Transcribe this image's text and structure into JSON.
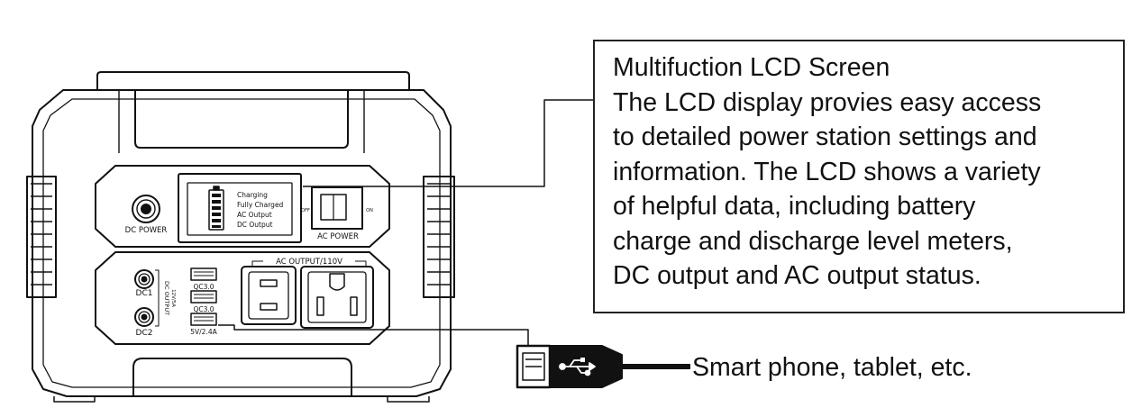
{
  "lcd_callout": {
    "title": "Multifuction LCD Screen",
    "lines": [
      "The LCD display provies easy access",
      "to detailed power station settings and",
      "information. The LCD shows a variety",
      "of helpful data, including battery",
      "charge and discharge level meters,",
      "DC output and AC output status."
    ]
  },
  "usb_callout": {
    "text": "Smart phone, tablet, etc."
  },
  "device": {
    "lcd_labels": [
      "Charging",
      "Fully Charged",
      "AC Output",
      "DC Output"
    ],
    "dc_power_label": "DC POWER",
    "ac_power_label": "AC POWER",
    "switch_off": "OFF",
    "switch_on": "ON",
    "ac_output_label": "AC OUTPUT/110V",
    "dc_ports": [
      "DC1",
      "DC2"
    ],
    "dc_output_label": "DC OUTPUT",
    "dc_output_spec": "12V/5A",
    "usb_ports": [
      "QC3.0",
      "QC3.0",
      "5V/2.4A"
    ]
  }
}
